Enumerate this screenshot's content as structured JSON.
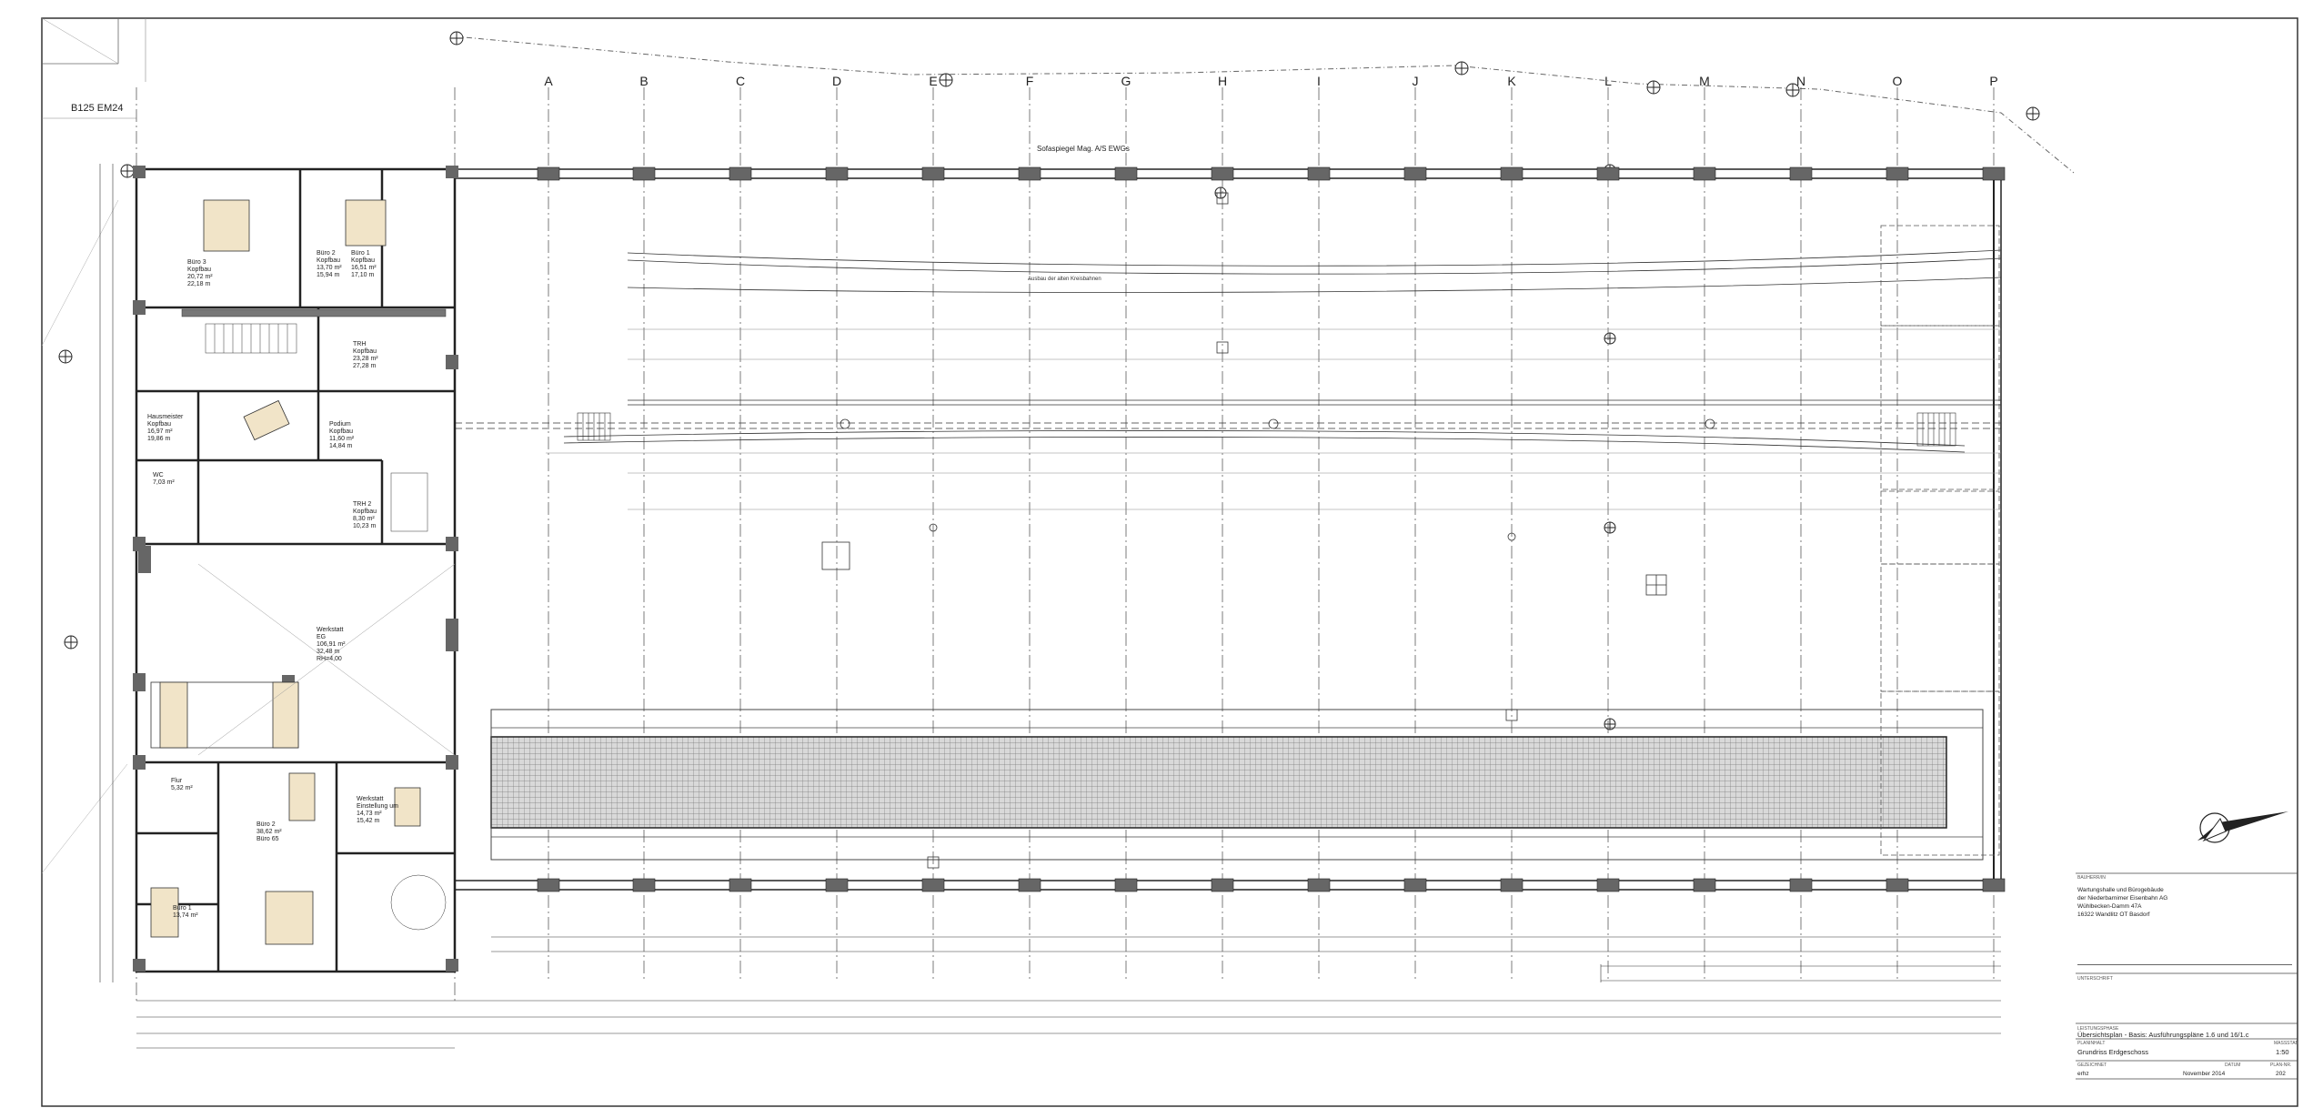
{
  "drawing": {
    "bus_stop_label": "B125 EM24",
    "outer_wall_label": "Sofaspiegel Mag. A/S EWGs",
    "track_label": "Ausbau der alten Kreisbahnen",
    "north_arrow_icon": "north-arrow-icon",
    "axes": [
      "A",
      "B",
      "C",
      "D",
      "E",
      "F",
      "G",
      "H",
      "I",
      "J",
      "K",
      "L",
      "M",
      "N",
      "O",
      "P"
    ],
    "rooms": [
      {
        "id": "buero3",
        "lines": [
          "Büro 3",
          "Kopfbau",
          "20,72 m²",
          "22,18 m"
        ]
      },
      {
        "id": "buero2o",
        "lines": [
          "Büro 2",
          "Kopfbau",
          "13,70 m²",
          "15,94 m"
        ]
      },
      {
        "id": "buero1o",
        "lines": [
          "Büro 1",
          "Kopfbau",
          "16,51 m²",
          "17,10 m"
        ]
      },
      {
        "id": "trh",
        "lines": [
          "TRH",
          "Kopfbau",
          "23,28 m²",
          "27,28 m"
        ]
      },
      {
        "id": "hausmeister",
        "lines": [
          "Hausmeister",
          "Kopfbau",
          "16,97 m²",
          "19,86 m"
        ]
      },
      {
        "id": "podium",
        "lines": [
          "Podium",
          "Kopfbau",
          "11,60 m²",
          "14,84 m"
        ]
      },
      {
        "id": "wc",
        "lines": [
          "WC",
          "7,03 m²"
        ]
      },
      {
        "id": "trh2",
        "lines": [
          "TRH 2",
          "Kopfbau",
          "8,30 m²",
          "10,23 m"
        ]
      },
      {
        "id": "werkstatt",
        "lines": [
          "Werkstatt",
          "EG",
          "106,91 m²",
          "32,48 m",
          "RH=4,00"
        ]
      },
      {
        "id": "flur",
        "lines": [
          "Flur",
          "5,32 m²"
        ]
      },
      {
        "id": "buero2u",
        "lines": [
          "Büro 2",
          "38,62 m²",
          "Büro 65"
        ]
      },
      {
        "id": "werkstatt2",
        "lines": [
          "Werkstatt",
          "Einstellung um",
          "14,73 m²",
          "15,42 m"
        ]
      },
      {
        "id": "buero1u",
        "lines": [
          "Büro 1",
          "13,74 m²"
        ]
      }
    ]
  },
  "titleblock": {
    "section1_label": "BAUHERR/IN",
    "client_lines": [
      "Wartungshalle und Bürogebäude",
      "der Niederbarnimer Eisenbahn AG",
      "Wühlbecken-Damm 47A",
      "16322 Wandlitz OT Basdorf"
    ],
    "signature_label": "UNTERSCHRIFT",
    "plan_label": "LEISTUNGSPHASE",
    "plan_title_lines": [
      "Übersichtsplan - Basis: Ausführungspläne 1.6 und 16/1.c"
    ],
    "planinhalt_label": "PLANINHALT",
    "massstab_label": "MASSSTAB",
    "planinhalt": "Grundriss Erdgeschoss",
    "massstab": "1:50",
    "gezeichnet_label": "GEZEICHNET",
    "datum_label": "DATUM",
    "plannr_label": "PLAN-NR.",
    "gezeichnet": "erhz",
    "datum": "November 2014",
    "plannr": "202"
  }
}
